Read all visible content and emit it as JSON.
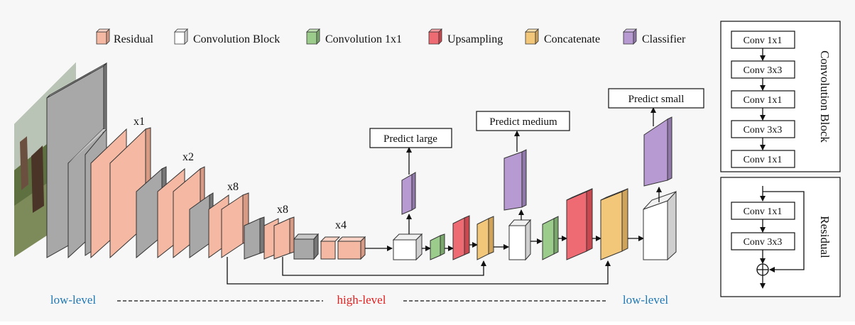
{
  "legend": {
    "residual": "Residual",
    "conv_block": "Convolution Block",
    "conv1x1": "Convolution 1x1",
    "upsampling": "Upsampling",
    "concatenate": "Concatenate",
    "classifier": "Classifier"
  },
  "repeats": {
    "r1": "x1",
    "r2": "x2",
    "r8a": "x8",
    "r8b": "x8",
    "r4": "x4"
  },
  "predict": {
    "large": "Predict large",
    "medium": "Predict medium",
    "small": "Predict small"
  },
  "levels": {
    "left": "low-level",
    "center": "high-level",
    "right": "low-level"
  },
  "conv_block_panel": {
    "title": "Convolution Block",
    "layers": [
      "Conv 1x1",
      "Conv 3x3",
      "Conv 1x1",
      "Conv 3x3",
      "Conv 1x1"
    ]
  },
  "residual_panel": {
    "title": "Residual",
    "layers": [
      "Conv 1x1",
      "Conv 3x3"
    ]
  },
  "colors": {
    "residual": "#f4b8a3",
    "conv_block": "#ffffff",
    "conv_gray": "#a8a8a8",
    "conv1x1": "#9ccc8c",
    "upsampling": "#ef6b73",
    "concatenate": "#f2c77a",
    "classifier": "#b79ad1"
  }
}
